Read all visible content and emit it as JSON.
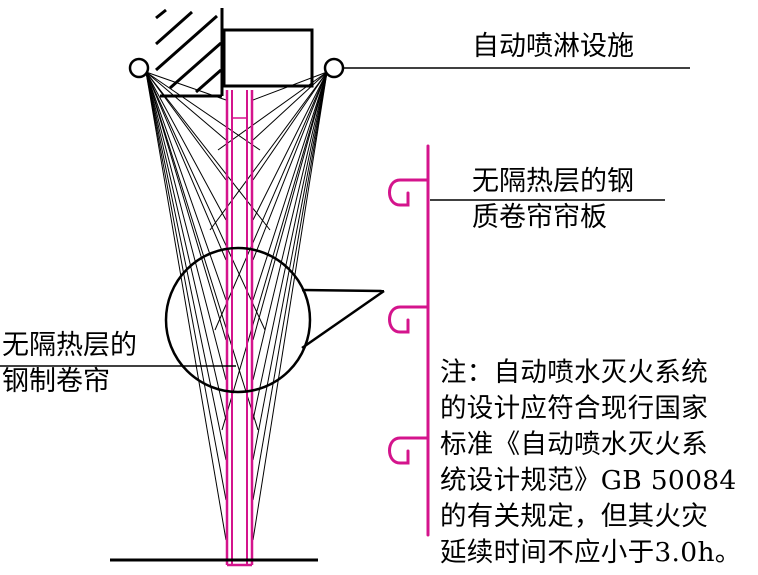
{
  "labels": {
    "sprinkler": "自动喷淋设施",
    "plate": [
      "无隔热层的钢",
      "质卷帘帘板"
    ],
    "shutter": [
      "无隔热层的",
      "钢制卷帘"
    ],
    "note": [
      "注：自动喷水灭火系统",
      "的设计应符合现行国家",
      "标准《自动喷水灭火系",
      "统设计规范》GB 50084",
      "的有关规定，但其火灾",
      "延续时间不应小于3.0h。"
    ]
  },
  "colors": {
    "line": "#000000",
    "curtain": "#d4148c"
  }
}
